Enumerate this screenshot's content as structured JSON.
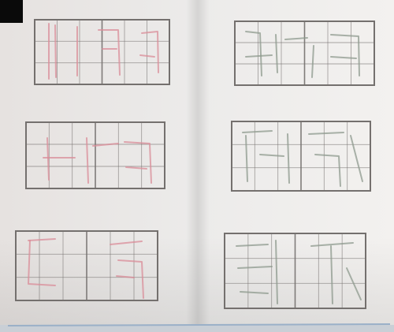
{
  "photo": {
    "subject": "",
    "colors": {
      "paper_left": "#e9e6e4",
      "paper_right": "#f2f0ee",
      "fold": "#cfcac7",
      "grid_line": "#74706e",
      "pencil_left": "#d98c98",
      "pencil_right": "#8e9a8d",
      "corner_tape": "#0a0a0a",
      "bottom_edge": "#9ab0c8"
    },
    "grids": [
      {
        "name": "grid-top-left",
        "side": "left",
        "rows": 3,
        "cols": 6
      },
      {
        "name": "grid-top-right",
        "side": "right",
        "rows": 3,
        "cols": 6
      },
      {
        "name": "grid-middle-left",
        "side": "left",
        "rows": 3,
        "cols": 6
      },
      {
        "name": "grid-middle-right",
        "side": "right",
        "rows": 3,
        "cols": 6
      },
      {
        "name": "grid-bottom-left",
        "side": "left",
        "rows": 3,
        "cols": 6
      },
      {
        "name": "grid-bottom-right",
        "side": "right",
        "rows": 3,
        "cols": 6
      }
    ]
  }
}
